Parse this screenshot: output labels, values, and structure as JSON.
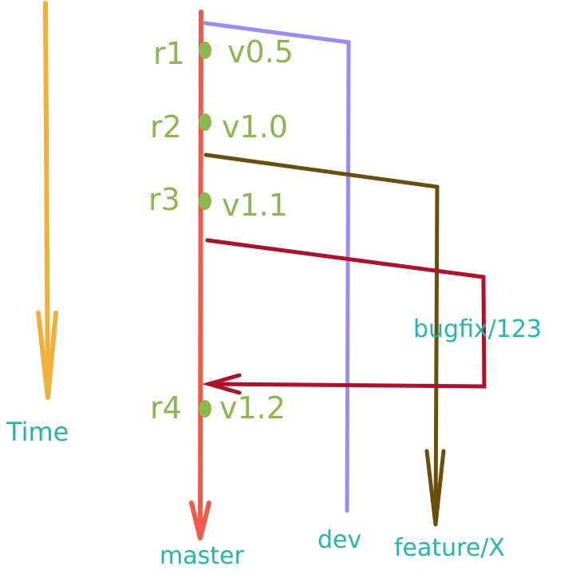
{
  "diagram": {
    "time_label": "Time",
    "branches": {
      "master": "master",
      "dev": "dev",
      "feature": "feature/X",
      "bugfix": "bugfix/123"
    },
    "commits": [
      {
        "rev": "r1",
        "tag": "v0.5"
      },
      {
        "rev": "r2",
        "tag": "v1.0"
      },
      {
        "rev": "r3",
        "tag": "v1.1"
      },
      {
        "rev": "r4",
        "tag": "v1.2"
      }
    ]
  },
  "colors": {
    "time_arrow": "#f0b03a",
    "master": "#f05a4a",
    "dev": "#9b8cf7",
    "feature": "#6b4e0a",
    "bugfix": "#b0102a",
    "commit_node": "#8ab84f",
    "label_green": "#8ab84f",
    "label_teal": "#22b5ad"
  }
}
